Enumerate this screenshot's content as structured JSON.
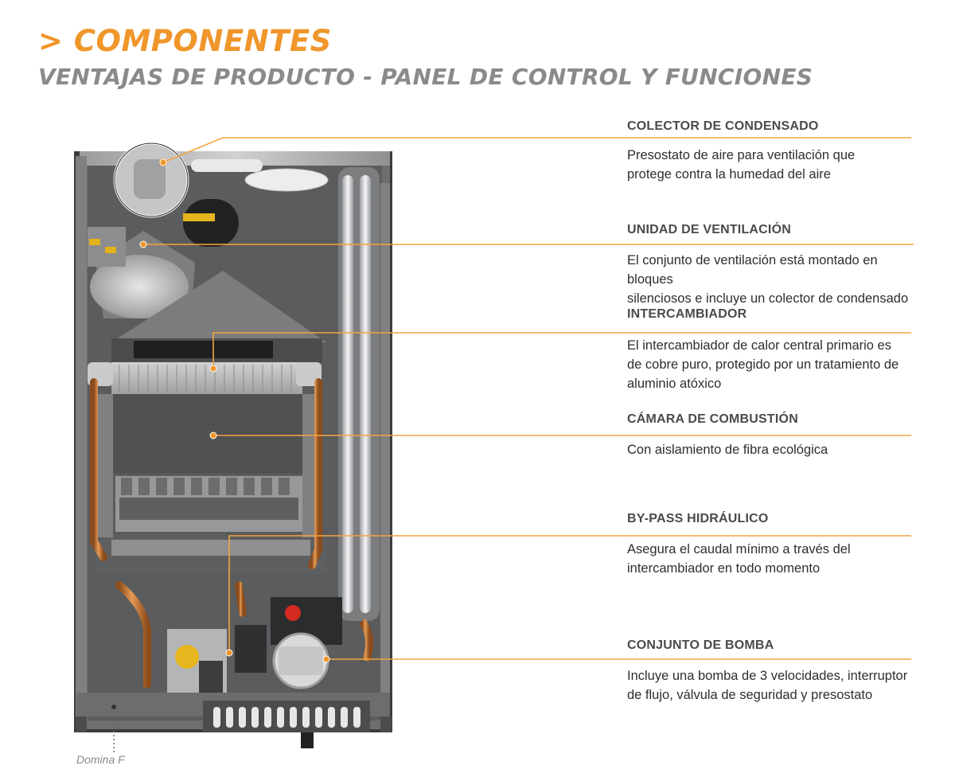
{
  "header": {
    "title": "> COMPONENTES",
    "subtitle": "VENTAJAS DE PRODUCTO - PANEL DE CONTROL Y FUNCIONES"
  },
  "components": [
    {
      "title": "COLECTOR DE CONDENSADO",
      "lines": [
        "Presostato de aire para ventilación que",
        "protege contra la humedad del aire"
      ]
    },
    {
      "title": "UNIDAD DE VENTILACIÓN",
      "lines": [
        "El conjunto de ventilación está montado en bloques",
        "silenciosos e incluye un colector de condensado"
      ]
    },
    {
      "title": "INTERCAMBIADOR",
      "lines": [
        "El intercambiador de calor central primario es",
        "de cobre puro, protegido por un tratamiento de",
        "aluminio atóxico"
      ]
    },
    {
      "title": "CÁMARA DE COMBUSTIÓN",
      "lines": [
        "Con aislamiento de fibra ecológica"
      ]
    },
    {
      "title": "BY-PASS HIDRÁULICO",
      "lines": [
        "Asegura el caudal mínimo a través del",
        "intercambiador en todo momento"
      ]
    },
    {
      "title": "CONJUNTO DE BOMBA",
      "lines": [
        "Incluye una bomba de 3 velocidades, interruptor",
        "de flujo, válvula de seguridad y presostato"
      ]
    }
  ],
  "caption": "Domina F",
  "colors": {
    "accent": "#f0962a",
    "leader": "#f5a340",
    "copper": "#c8752e",
    "frame": "#5d5f61"
  }
}
